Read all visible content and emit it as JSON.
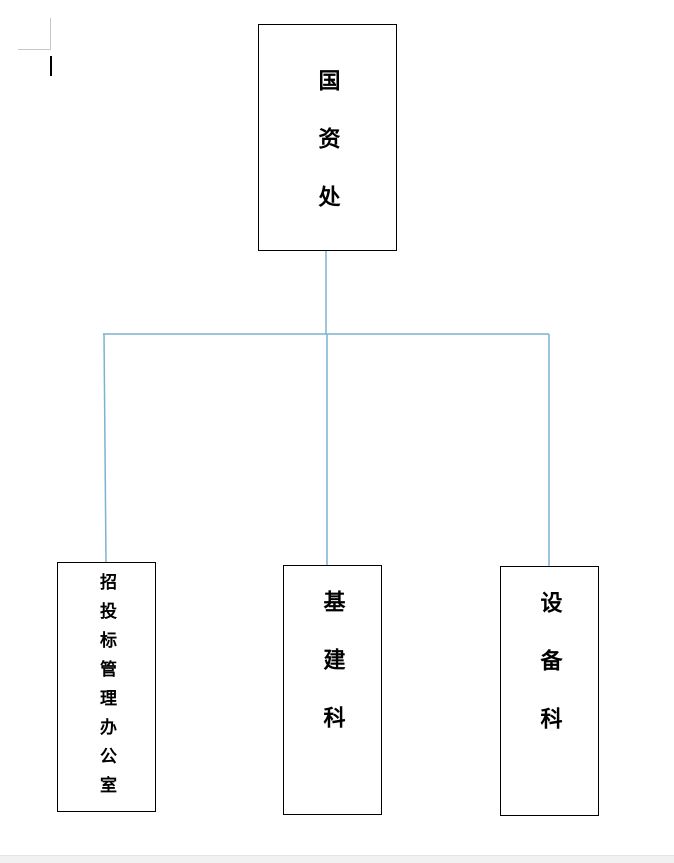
{
  "diagram": {
    "root": {
      "label": "国资处"
    },
    "children": [
      {
        "label": "招投标管理办公室"
      },
      {
        "label": "基建科"
      },
      {
        "label": "设备科"
      }
    ]
  },
  "colors": {
    "connector": "#7eb1d2",
    "box_border": "#000000",
    "text": "#000000"
  }
}
